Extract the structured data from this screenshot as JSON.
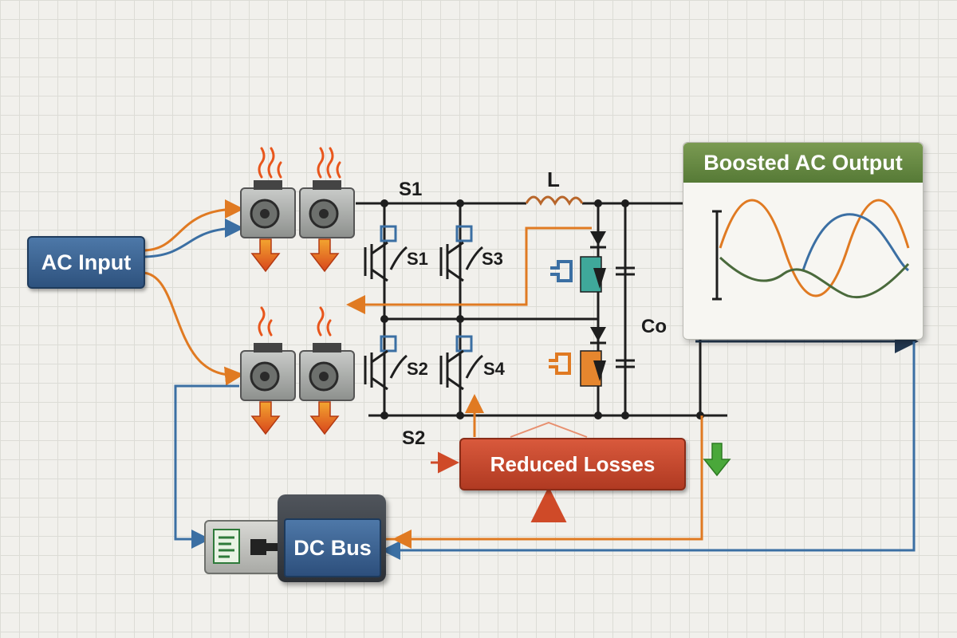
{
  "blocks": {
    "ac_input": "AC Input",
    "boosted_output": "Boosted AC Output",
    "reduced_losses": "Reduced Losses",
    "dc_bus": "DC Bus"
  },
  "labels": {
    "s1_top": "S1",
    "s2_bottom": "S2",
    "inductor": "L",
    "capacitor": "Co",
    "switch_1": "S1",
    "switch_3": "S3",
    "switch_2": "S2",
    "switch_4": "S4"
  },
  "colors": {
    "wire": "#1e1e1e",
    "orange_path": "#e07a22",
    "blue_path": "#3b6fa3",
    "green_arrow": "#4aa83a",
    "heat": "#e8561c"
  }
}
